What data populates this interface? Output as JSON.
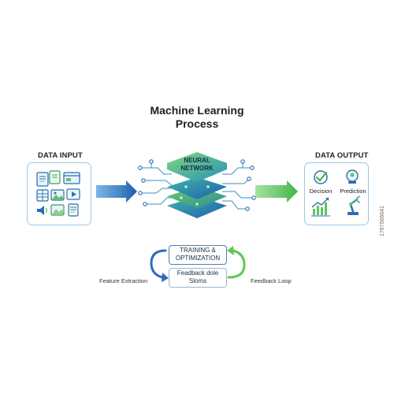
{
  "title_line1": "Machine Learning",
  "title_line2": "Process",
  "input": {
    "label": "DATA INPUT"
  },
  "network": {
    "line1": "NEURAL",
    "line2": "NETWORK"
  },
  "output": {
    "label": "DATA OUTPUT",
    "items": [
      "Decision",
      "Prediction"
    ]
  },
  "training": {
    "title_line1": "TRAINING &",
    "title_line2": "OPTIMIZATION",
    "sub_line1": "Feadback dole",
    "sub_line2": "Sloms"
  },
  "feature_label": "Feature Extraction",
  "feedback_label": "Feedback Loop",
  "watermark": "1767566641",
  "colors": {
    "blue": "#2f6db5",
    "green": "#5fc55b",
    "teal": "#2ba3a0",
    "border": "#9ec5e6"
  }
}
